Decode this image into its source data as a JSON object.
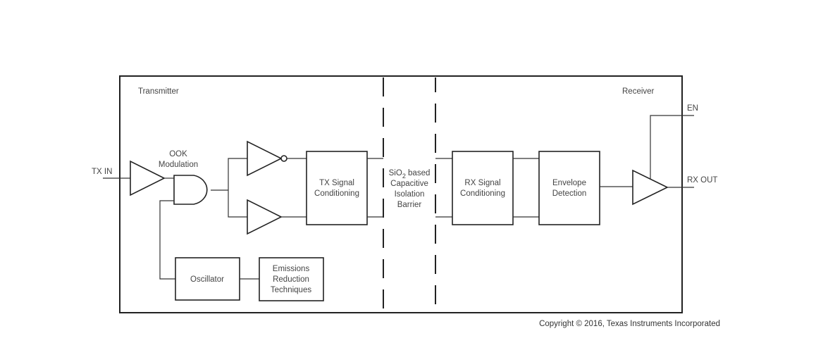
{
  "diagram": {
    "sections": {
      "transmitter": "Transmitter",
      "receiver": "Receiver"
    },
    "pins": {
      "tx_in": "TX IN",
      "en": "EN",
      "rx_out": "RX OUT"
    },
    "blocks": {
      "ook_line1": "OOK",
      "ook_line2": "Modulation",
      "tx_cond_line1": "TX Signal",
      "tx_cond_line2": "Conditioning",
      "barrier_line1_main": "SiO",
      "barrier_line1_sub": "2",
      "barrier_line1_rest": " based",
      "barrier_line2": "Capacitive",
      "barrier_line3": "Isolation",
      "barrier_line4": "Barrier",
      "rx_cond_line1": "RX Signal",
      "rx_cond_line2": "Conditioning",
      "env_line1": "Envelope",
      "env_line2": "Detection",
      "osc": "Oscillator",
      "emis_line1": "Emissions",
      "emis_line2": "Reduction",
      "emis_line3": "Techniques"
    },
    "copyright": "Copyright © 2016, Texas Instruments Incorporated"
  }
}
